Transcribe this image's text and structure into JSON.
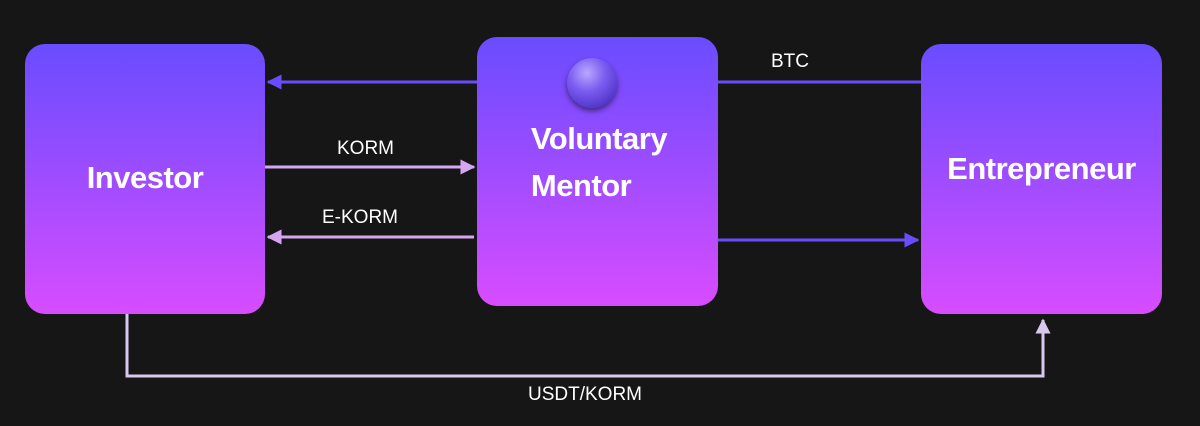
{
  "diagram": {
    "nodes": {
      "investor": {
        "label": "Investor"
      },
      "mentor": {
        "label_line1": "Voluntary",
        "label_line2": "Mentor"
      },
      "entrepreneur": {
        "label": "Entrepreneur"
      }
    },
    "edges": {
      "btc": {
        "label": "BTC",
        "from": "Entrepreneur",
        "to": "Investor"
      },
      "korm": {
        "label": "KORM",
        "from": "Investor",
        "to": "Voluntary Mentor"
      },
      "ekorm": {
        "label": "E-KORM",
        "from": "Voluntary Mentor",
        "to": "Investor"
      },
      "mentor_to_entrepreneur": {
        "from": "Voluntary Mentor",
        "to": "Entrepreneur"
      },
      "usdt_korm": {
        "label": "USDT/KORM",
        "from": "Investor",
        "to": "Entrepreneur"
      }
    },
    "colors": {
      "background": "#161616",
      "node_gradient_top": "#6a4cff",
      "node_gradient_bottom": "#d84cff",
      "btc_arrow": "#6a4cff",
      "korm_arrow": "#d7a6f2",
      "usdt_arrow": "#d9c8ee"
    }
  }
}
